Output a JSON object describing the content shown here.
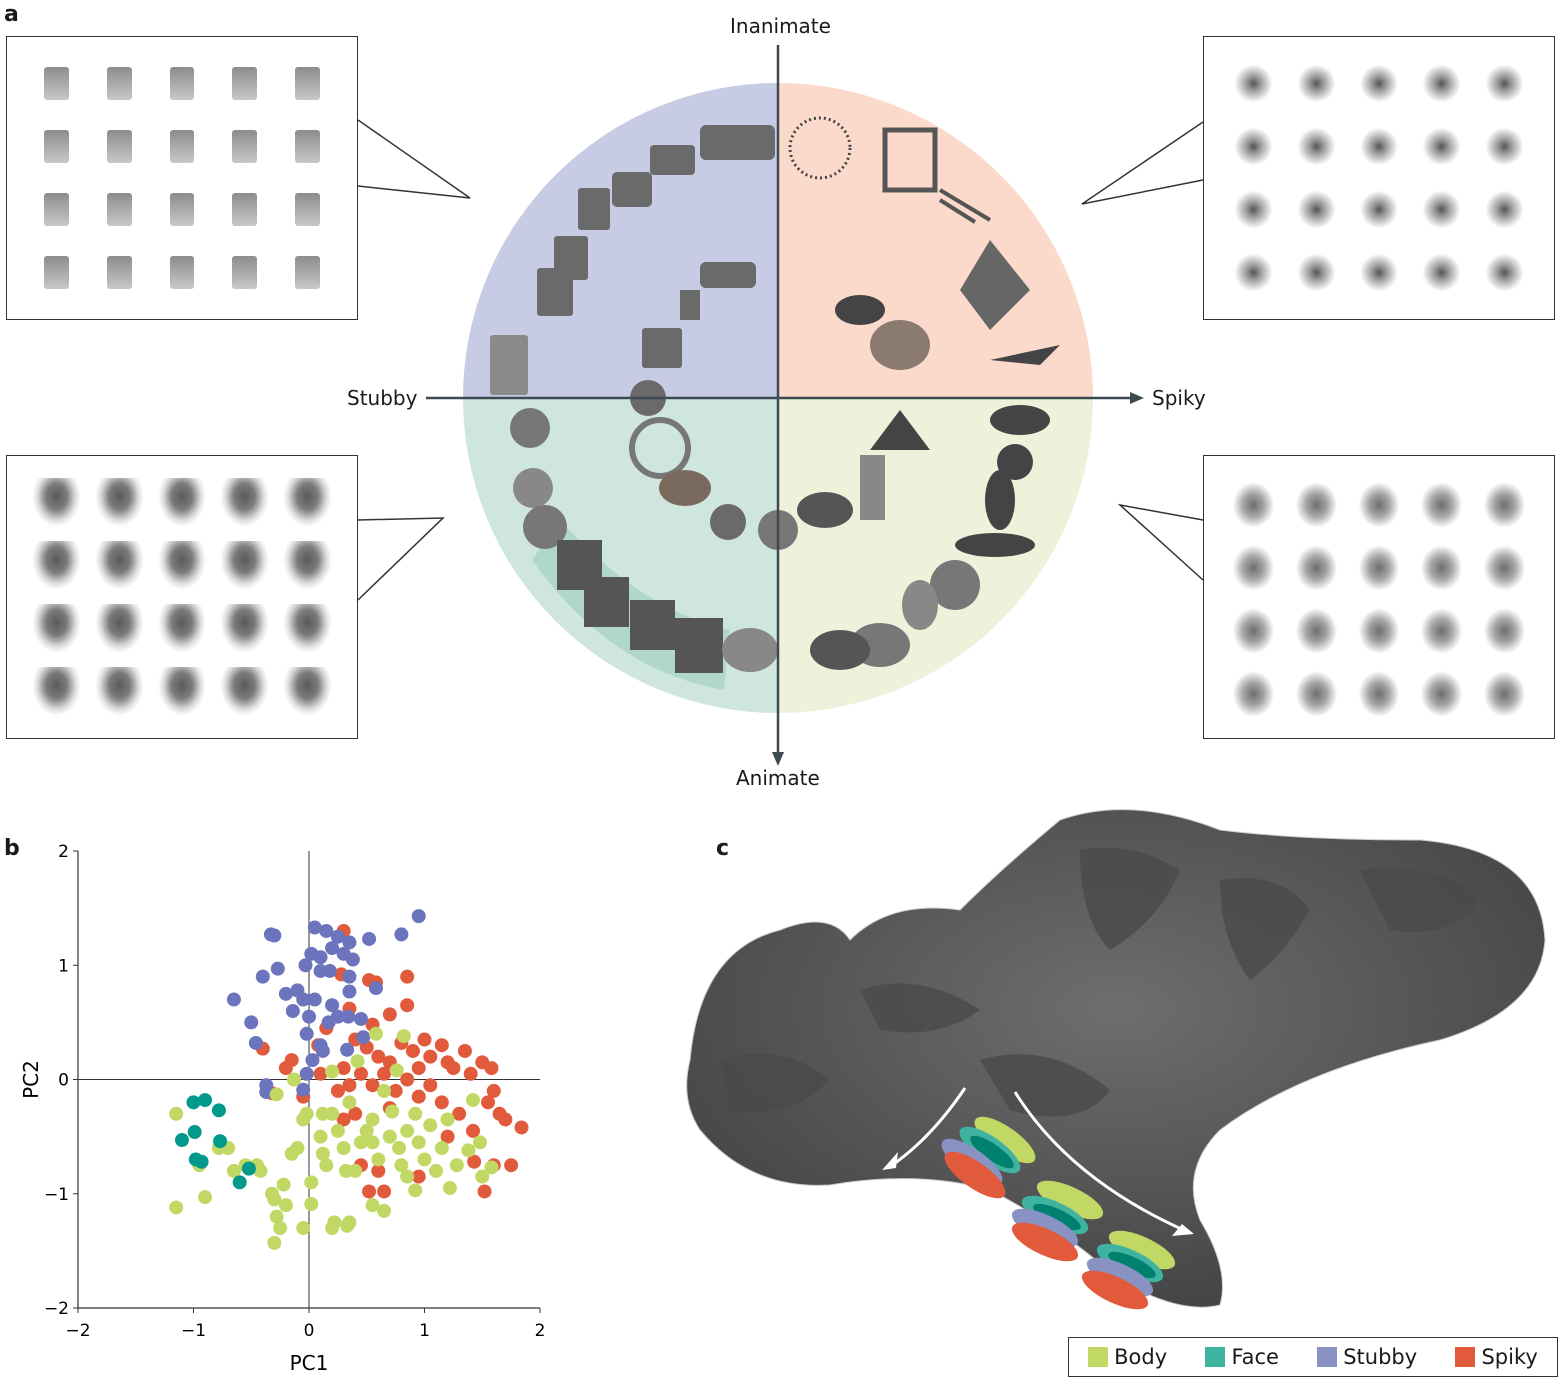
{
  "panels": {
    "a": "a",
    "b": "b",
    "c": "c"
  },
  "panel_a": {
    "axis_top": "Inanimate",
    "axis_bottom": "Animate",
    "axis_left": "Stubby",
    "axis_right": "Spiky",
    "quadrant_colors": {
      "stubby_inanimate": "#c7cbe4",
      "spiky_inanimate": "#fbdacc",
      "stubby_animate": "#cfe6df",
      "spiky_animate": "#eff1da"
    },
    "boxes": [
      {
        "name": "stubby-objects",
        "count": 20
      },
      {
        "name": "spiky-objects",
        "count": 20
      },
      {
        "name": "faces",
        "count": 20
      },
      {
        "name": "animal-bodies",
        "count": 20
      }
    ]
  },
  "chart_data": {
    "type": "scatter",
    "title": "",
    "xlabel": "PC1",
    "ylabel": "PC2",
    "xlim": [
      -2,
      2
    ],
    "ylim": [
      -2,
      2
    ],
    "xticks": [
      "-2",
      "-1",
      "0",
      "1",
      "2"
    ],
    "yticks": [
      "2",
      "1",
      "0",
      "-1",
      "-2"
    ],
    "grid": false,
    "series": [
      {
        "name": "Body",
        "color": "#c2d865",
        "points": [
          [
            -1.15,
            -0.3
          ],
          [
            -1.15,
            -1.12
          ],
          [
            -0.95,
            -0.75
          ],
          [
            -0.9,
            -1.03
          ],
          [
            -0.78,
            -0.6
          ],
          [
            -0.7,
            -0.6
          ],
          [
            -0.65,
            -0.8
          ],
          [
            -0.55,
            -0.75
          ],
          [
            -0.45,
            -0.75
          ],
          [
            -0.42,
            -0.8
          ],
          [
            -0.32,
            -1.0
          ],
          [
            -0.3,
            -1.05
          ],
          [
            -0.28,
            -1.2
          ],
          [
            -0.3,
            -1.43
          ],
          [
            -0.25,
            -1.3
          ],
          [
            -0.2,
            -1.1
          ],
          [
            -0.22,
            -0.92
          ],
          [
            -0.15,
            -0.65
          ],
          [
            -0.1,
            -0.6
          ],
          [
            -0.05,
            -0.35
          ],
          [
            -0.02,
            -0.3
          ],
          [
            0.02,
            -0.9
          ],
          [
            0.02,
            -1.09
          ],
          [
            -0.05,
            -1.3
          ],
          [
            0.1,
            -0.5
          ],
          [
            0.12,
            -0.65
          ],
          [
            0.15,
            -0.75
          ],
          [
            0.2,
            -0.3
          ],
          [
            0.25,
            -0.45
          ],
          [
            0.3,
            -0.6
          ],
          [
            0.32,
            -0.8
          ],
          [
            0.2,
            -1.3
          ],
          [
            0.33,
            -1.28
          ],
          [
            0.35,
            -1.25
          ],
          [
            0.22,
            -1.25
          ],
          [
            0.4,
            -0.8
          ],
          [
            0.45,
            -0.55
          ],
          [
            0.5,
            -0.45
          ],
          [
            0.55,
            -0.35
          ],
          [
            0.55,
            -0.55
          ],
          [
            0.6,
            -0.7
          ],
          [
            0.55,
            -1.1
          ],
          [
            0.65,
            -1.15
          ],
          [
            0.7,
            -0.5
          ],
          [
            0.72,
            -0.28
          ],
          [
            0.78,
            -0.6
          ],
          [
            0.8,
            -0.75
          ],
          [
            0.85,
            -0.45
          ],
          [
            0.85,
            -0.85
          ],
          [
            0.92,
            -0.3
          ],
          [
            0.92,
            -0.97
          ],
          [
            0.95,
            -0.55
          ],
          [
            1.0,
            -0.7
          ],
          [
            1.05,
            -0.4
          ],
          [
            1.1,
            -0.8
          ],
          [
            1.15,
            -0.6
          ],
          [
            1.2,
            -0.35
          ],
          [
            1.22,
            -0.95
          ],
          [
            1.28,
            -0.75
          ],
          [
            1.38,
            -0.62
          ],
          [
            1.42,
            -0.18
          ],
          [
            1.5,
            -0.85
          ],
          [
            1.58,
            -0.77
          ],
          [
            1.48,
            -0.55
          ],
          [
            0.82,
            0.38
          ],
          [
            0.58,
            0.4
          ],
          [
            0.76,
            0.08
          ],
          [
            0.42,
            0.16
          ],
          [
            0.2,
            0.07
          ],
          [
            -0.13,
            0.0
          ],
          [
            -0.28,
            -0.13
          ],
          [
            0.12,
            -0.3
          ],
          [
            0.35,
            -0.2
          ],
          [
            0.65,
            -0.1
          ]
        ]
      },
      {
        "name": "Face",
        "color": "#00998a",
        "points": [
          [
            -1.0,
            -0.2
          ],
          [
            -0.9,
            -0.18
          ],
          [
            -0.78,
            -0.27
          ],
          [
            -1.1,
            -0.53
          ],
          [
            -0.99,
            -0.46
          ],
          [
            -0.77,
            -0.54
          ],
          [
            -0.98,
            -0.7
          ],
          [
            -0.93,
            -0.72
          ],
          [
            -0.52,
            -0.78
          ],
          [
            -0.6,
            -0.9
          ]
        ]
      },
      {
        "name": "Stubby",
        "color": "#6b74bd",
        "points": [
          [
            0.95,
            1.43
          ],
          [
            0.8,
            1.27
          ],
          [
            0.52,
            1.23
          ],
          [
            -0.33,
            1.27
          ],
          [
            -0.3,
            1.26
          ],
          [
            0.05,
            1.33
          ],
          [
            0.15,
            1.3
          ],
          [
            0.25,
            1.25
          ],
          [
            0.35,
            1.2
          ],
          [
            0.2,
            1.15
          ],
          [
            0.3,
            1.1
          ],
          [
            0.38,
            1.05
          ],
          [
            0.02,
            1.1
          ],
          [
            0.1,
            1.07
          ],
          [
            -0.03,
            1.0
          ],
          [
            0.1,
            0.95
          ],
          [
            0.18,
            0.95
          ],
          [
            -0.27,
            0.97
          ],
          [
            -0.4,
            0.9
          ],
          [
            0.35,
            0.9
          ],
          [
            0.58,
            0.8
          ],
          [
            0.35,
            0.77
          ],
          [
            -0.2,
            0.75
          ],
          [
            -0.1,
            0.78
          ],
          [
            -0.05,
            0.7
          ],
          [
            0.05,
            0.7
          ],
          [
            -0.14,
            0.6
          ],
          [
            0.2,
            0.65
          ],
          [
            0.17,
            0.5
          ],
          [
            0.25,
            0.55
          ],
          [
            0.34,
            0.55
          ],
          [
            0.45,
            0.53
          ],
          [
            -0.65,
            0.7
          ],
          [
            -0.5,
            0.5
          ],
          [
            -0.46,
            0.32
          ],
          [
            -0.02,
            0.4
          ],
          [
            0.1,
            0.3
          ],
          [
            0.33,
            0.26
          ],
          [
            0.47,
            0.37
          ],
          [
            0.03,
            0.17
          ],
          [
            -0.02,
            0.05
          ],
          [
            -0.37,
            -0.05
          ],
          [
            -0.37,
            -0.11
          ],
          [
            -0.05,
            -0.09
          ],
          [
            0.12,
            0.25
          ],
          [
            0.0,
            0.55
          ]
        ]
      },
      {
        "name": "Spiky",
        "color": "#e25a3c",
        "points": [
          [
            0.3,
            1.3
          ],
          [
            0.28,
            0.92
          ],
          [
            0.52,
            0.87
          ],
          [
            0.58,
            0.85
          ],
          [
            0.85,
            0.9
          ],
          [
            0.85,
            0.65
          ],
          [
            0.35,
            0.62
          ],
          [
            0.7,
            0.57
          ],
          [
            0.55,
            0.48
          ],
          [
            0.15,
            0.45
          ],
          [
            0.08,
            0.3
          ],
          [
            -0.4,
            0.27
          ],
          [
            -0.15,
            0.17
          ],
          [
            -0.2,
            0.1
          ],
          [
            0.3,
            0.1
          ],
          [
            0.4,
            0.35
          ],
          [
            0.5,
            0.28
          ],
          [
            0.6,
            0.2
          ],
          [
            0.7,
            0.15
          ],
          [
            0.8,
            0.32
          ],
          [
            0.9,
            0.25
          ],
          [
            0.95,
            0.1
          ],
          [
            1.0,
            0.35
          ],
          [
            1.05,
            0.2
          ],
          [
            1.15,
            0.3
          ],
          [
            1.2,
            0.15
          ],
          [
            1.25,
            0.1
          ],
          [
            1.35,
            0.25
          ],
          [
            1.4,
            0.05
          ],
          [
            1.5,
            0.15
          ],
          [
            1.58,
            0.1
          ],
          [
            1.6,
            -0.1
          ],
          [
            1.55,
            -0.2
          ],
          [
            1.65,
            -0.3
          ],
          [
            1.7,
            -0.35
          ],
          [
            1.84,
            -0.42
          ],
          [
            1.75,
            -0.75
          ],
          [
            1.6,
            -0.75
          ],
          [
            1.52,
            -0.98
          ],
          [
            1.42,
            -0.45
          ],
          [
            1.3,
            -0.3
          ],
          [
            1.2,
            -0.5
          ],
          [
            1.15,
            -0.2
          ],
          [
            1.05,
            -0.05
          ],
          [
            0.95,
            -0.15
          ],
          [
            0.85,
            0.0
          ],
          [
            0.75,
            -0.1
          ],
          [
            0.65,
            0.05
          ],
          [
            0.55,
            -0.05
          ],
          [
            0.45,
            0.05
          ],
          [
            0.35,
            -0.05
          ],
          [
            0.25,
            -0.1
          ],
          [
            0.3,
            -0.35
          ],
          [
            0.45,
            -0.75
          ],
          [
            0.6,
            -0.8
          ],
          [
            0.52,
            -0.98
          ],
          [
            0.65,
            -0.98
          ],
          [
            0.95,
            -0.85
          ],
          [
            1.43,
            -0.72
          ],
          [
            -0.05,
            -0.15
          ],
          [
            -0.32,
            -0.12
          ],
          [
            0.1,
            0.05
          ],
          [
            0.4,
            -0.3
          ],
          [
            0.7,
            -0.25
          ]
        ]
      }
    ]
  },
  "legend": [
    {
      "label": "Body",
      "color": "#c2d865"
    },
    {
      "label": "Face",
      "color": "#3fb3a0"
    },
    {
      "label": "Stubby",
      "color": "#8893c3"
    },
    {
      "label": "Spiky",
      "color": "#e25a3c"
    }
  ]
}
